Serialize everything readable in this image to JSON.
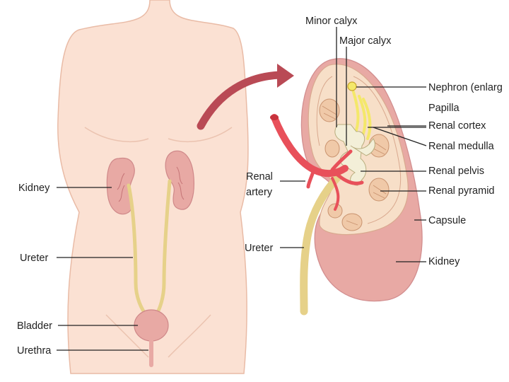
{
  "colors": {
    "skin": "#fbe1d3",
    "skin_outline": "#e9bba6",
    "kidney": "#e8a9a4",
    "kidney_dark": "#d4878a",
    "ureter": "#e6d189",
    "artery": "#e8505a",
    "arrow": "#b94a55",
    "cortex": "#f7dfc8"
  },
  "body_labels": {
    "kidney": "Kidney",
    "ureter": "Ureter",
    "bladder": "Bladder",
    "urethra": "Urethra"
  },
  "detail_labels": {
    "minor_calyx": "Minor calyx",
    "major_calyx": "Major calyx",
    "nephron": "Nephron (enlarg",
    "papilla": "Papilla",
    "renal_cortex": "Renal cortex",
    "renal_medulla": "Renal medulla",
    "renal_pelvis": "Renal pelvis",
    "renal_pyramid": "Renal pyramid",
    "capsule": "Capsule",
    "kidney": "Kidney",
    "renal_artery_line1": "Renal",
    "renal_artery_line2": "artery",
    "ureter": "Ureter"
  }
}
